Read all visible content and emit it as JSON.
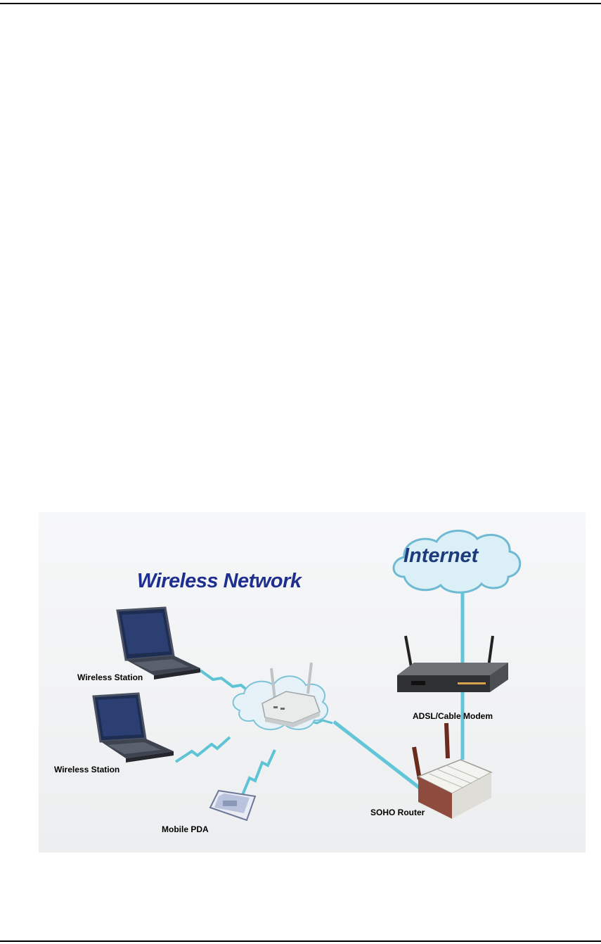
{
  "title": "Wireless Network",
  "nodes": {
    "internet": "Internet",
    "modem": "ADSL/Cable Modem",
    "router": "SOHO Router",
    "station1": "Wireless Station",
    "station2": "Wireless Station",
    "pda": "Mobile PDA"
  },
  "colors": {
    "title": "#1f2f8f",
    "links": "#5fc3d6",
    "cloud_fill": "#d7eef7",
    "cloud_stroke": "#4aa6c6"
  },
  "icons": [
    "laptop-icon",
    "access-point-icon",
    "router-icon",
    "modem-icon",
    "pda-icon",
    "cloud-icon"
  ]
}
